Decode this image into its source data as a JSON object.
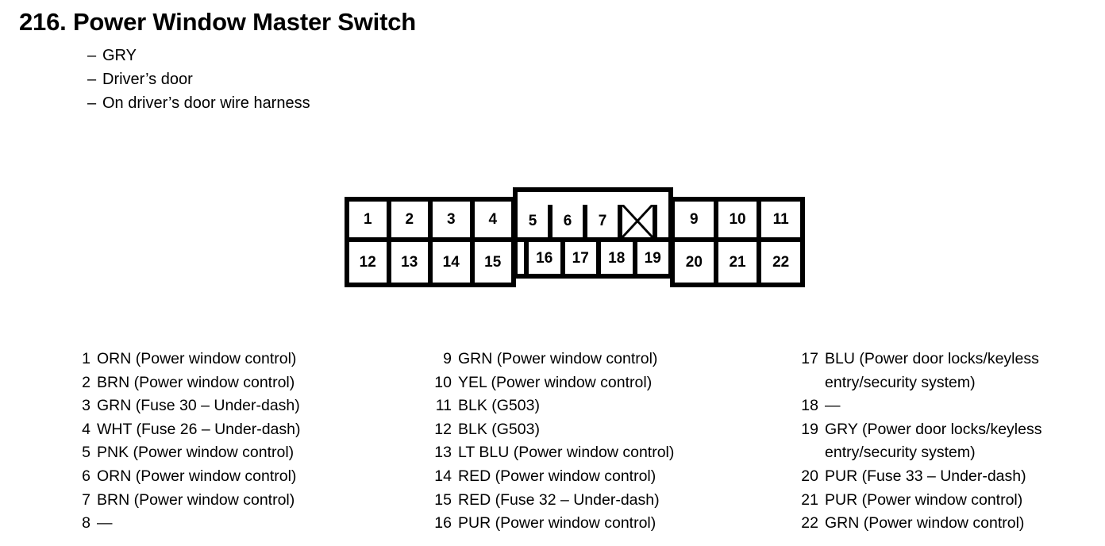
{
  "header": {
    "number": "216.",
    "title": "216.  Power Window Master Switch",
    "bullets": [
      {
        "dash": "–",
        "text": "GRY"
      },
      {
        "dash": "–",
        "text": "Driver’s door"
      },
      {
        "dash": "–",
        "text": "On driver’s door wire harness"
      }
    ]
  },
  "connector": {
    "name": "22-pin connector terminal map",
    "blocks": {
      "left": {
        "top": [
          "1",
          "2",
          "3",
          "4"
        ],
        "bottom": [
          "12",
          "13",
          "14",
          "15"
        ]
      },
      "center": {
        "top": [
          "5",
          "6",
          "7",
          "✕",
          ""
        ],
        "bottom": [
          "",
          "16",
          "17",
          "18",
          "19"
        ],
        "crossed_index": 3,
        "crossed_pin": "8"
      },
      "right": {
        "top": [
          "9",
          "10",
          "11"
        ],
        "bottom": [
          "20",
          "21",
          "22"
        ]
      }
    }
  },
  "pin_lists": {
    "column1": [
      {
        "num": "1",
        "desc": "ORN (Power window control)"
      },
      {
        "num": "2",
        "desc": "BRN (Power window control)"
      },
      {
        "num": "3",
        "desc": "GRN (Fuse 30 – Under-dash)"
      },
      {
        "num": "4",
        "desc": "WHT (Fuse 26 – Under-dash)"
      },
      {
        "num": "5",
        "desc": "PNK (Power window control)"
      },
      {
        "num": "6",
        "desc": "ORN (Power window control)"
      },
      {
        "num": "7",
        "desc": "BRN (Power window control)"
      },
      {
        "num": "8",
        "desc": "—"
      }
    ],
    "column2": [
      {
        "num": "9",
        "desc": "GRN (Power window control)"
      },
      {
        "num": "10",
        "desc": "YEL (Power window control)"
      },
      {
        "num": "11",
        "desc": "BLK (G503)"
      },
      {
        "num": "12",
        "desc": "BLK (G503)"
      },
      {
        "num": "13",
        "desc": "LT BLU (Power window control)"
      },
      {
        "num": "14",
        "desc": "RED (Power window control)"
      },
      {
        "num": "15",
        "desc": "RED (Fuse 32 – Under-dash)"
      },
      {
        "num": "16",
        "desc": "PUR (Power window control)"
      }
    ],
    "column3": [
      {
        "num": "17",
        "desc": "BLU (Power door locks/keyless",
        "desc2": "entry/security system)"
      },
      {
        "num": "18",
        "desc": "—"
      },
      {
        "num": "19",
        "desc": "GRY (Power door locks/keyless",
        "desc2": "entry/security system)"
      },
      {
        "num": "20",
        "desc": "PUR (Fuse 33 – Under-dash)"
      },
      {
        "num": "21",
        "desc": "PUR (Power window control)"
      },
      {
        "num": "22",
        "desc": "GRN (Power window control)"
      }
    ]
  },
  "colors": {
    "ink": "#000000",
    "paper": "#ffffff"
  }
}
